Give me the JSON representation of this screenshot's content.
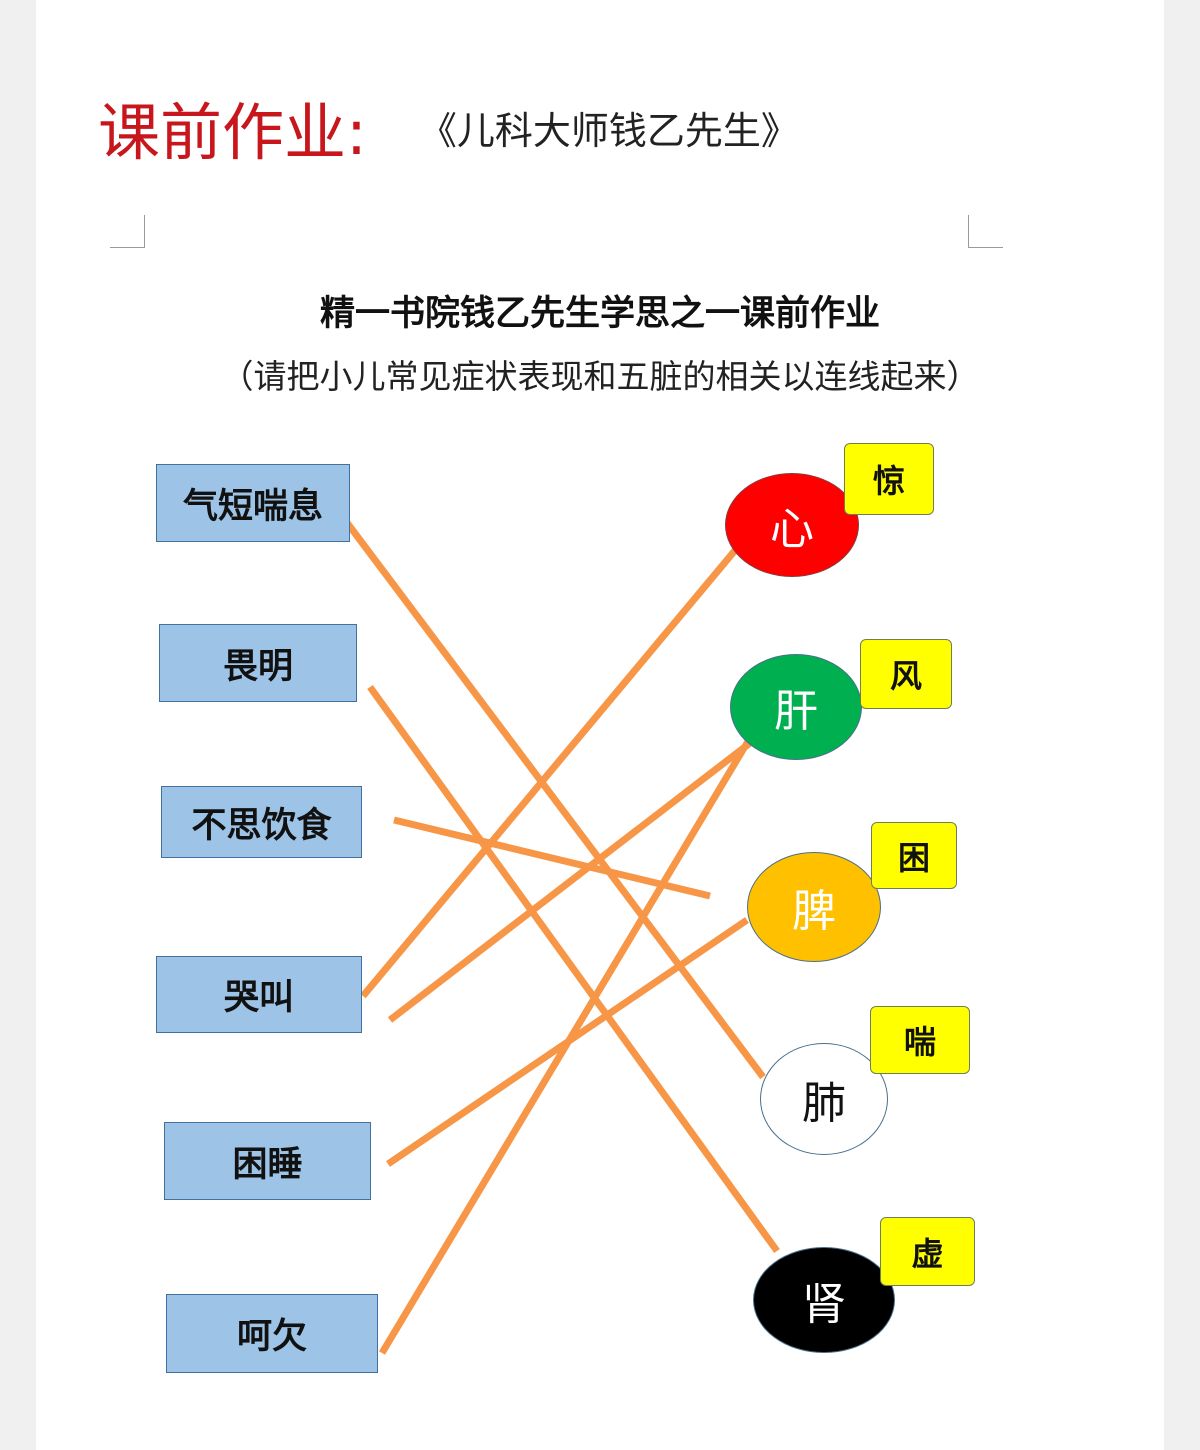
{
  "header": {
    "label": "课前作业:",
    "book_title": "《儿科大师钱乙先生》"
  },
  "worksheet": {
    "title": "精一书院钱乙先生学思之一课前作业",
    "subtitle": "（请把小儿常见症状表现和五脏的相关以连线起来）"
  },
  "symptoms": [
    {
      "id": "qiduanchuanxi",
      "label": "气短喘息"
    },
    {
      "id": "weiming",
      "label": "畏明"
    },
    {
      "id": "busiyinshi",
      "label": "不思饮食"
    },
    {
      "id": "kujiao",
      "label": "哭叫"
    },
    {
      "id": "kunshui",
      "label": "困睡"
    },
    {
      "id": "heqian",
      "label": "呵欠"
    }
  ],
  "organs": [
    {
      "id": "xin",
      "label": "心",
      "tag": "惊",
      "fill": "#ff0000",
      "text_color": "#ffffff",
      "border": "#8b3a3a"
    },
    {
      "id": "gan",
      "label": "肝",
      "tag": "风",
      "fill": "#00b050",
      "text_color": "#ffffff",
      "border": "#4a6f8a"
    },
    {
      "id": "pi",
      "label": "脾",
      "tag": "困",
      "fill": "#ffc000",
      "text_color": "#ffffff",
      "border": "#4a6f8a"
    },
    {
      "id": "fei",
      "label": "肺",
      "tag": "喘",
      "fill": "#ffffff",
      "text_color": "#111111",
      "border": "#4a6f8a"
    },
    {
      "id": "shen",
      "label": "肾",
      "tag": "虚",
      "fill": "#000000",
      "text_color": "#ffffff",
      "border": "#4a6f8a"
    }
  ],
  "connections": [
    {
      "from": "qiduanchuanxi",
      "to": "fei"
    },
    {
      "from": "weiming",
      "to": "shen"
    },
    {
      "from": "busiyinshi",
      "to": "pi"
    },
    {
      "from": "kujiao",
      "to": "xin"
    },
    {
      "from": "kujiao",
      "to": "gan"
    },
    {
      "from": "kunshui",
      "to": "pi"
    },
    {
      "from": "heqian",
      "to": "gan"
    }
  ],
  "line_color": "#f79646"
}
